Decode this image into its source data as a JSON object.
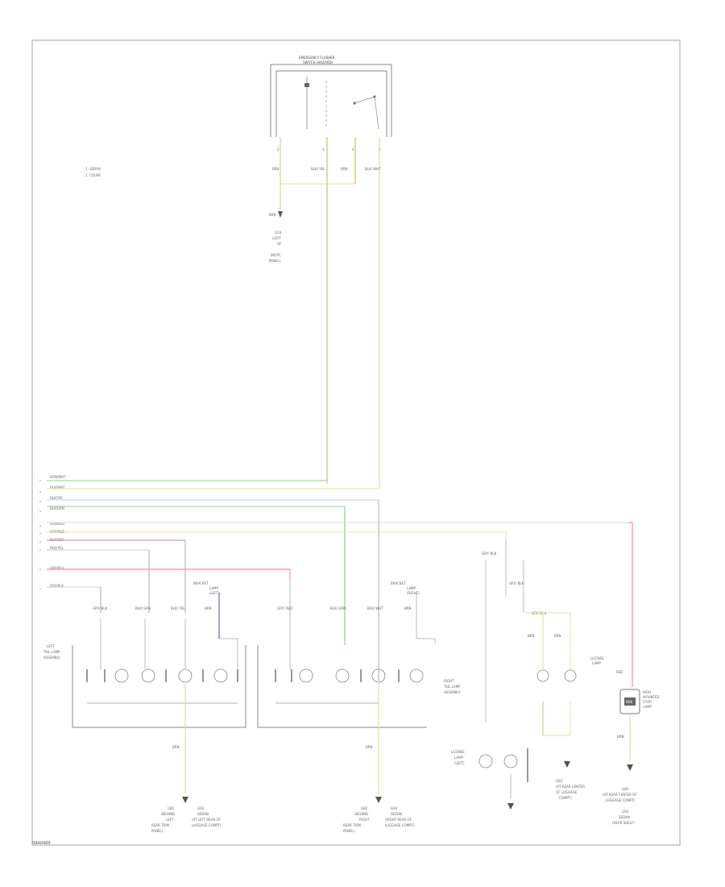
{
  "diagram": {
    "footer_id": "SRA0469",
    "legend": {
      "items": [
        "1. SEDAN",
        "2. COUPE"
      ]
    },
    "top_switch": {
      "title": "EMERGENCY FLASHER",
      "subtitle": "SWITCH (HAZARD)",
      "pin_labels": [
        "2",
        "3",
        "4",
        "5"
      ],
      "wire_labels": [
        "BRN",
        "BLK/ YEL",
        "BRN",
        "BLK/ WHT"
      ]
    },
    "ground_top": {
      "wire": "BRN",
      "text": [
        "G19",
        "(LEFT",
        "OF",
        "INSTR.",
        "PANEL)"
      ]
    },
    "bus_wires": [
      {
        "id": "grn-wht",
        "label": "GRN/WHT",
        "color": "#7ddc7a"
      },
      {
        "id": "blk-wht",
        "label": "BLK/WHT",
        "color": "#e8e39a"
      },
      {
        "id": "blk-yel",
        "label": "BLK/YEL",
        "color": "#c8d0e4"
      },
      {
        "id": "blk-grn",
        "label": "BLK/GRN",
        "color": "#cfcfcf"
      },
      {
        "id": "grn-blu",
        "label": "GRN/BLU",
        "color": "#d8d8d8"
      },
      {
        "id": "gry-red",
        "label": "GRY/RED",
        "color": "#e2e3a0"
      },
      {
        "id": "blk-red",
        "label": "BLK/RED",
        "color": "#e89aa3"
      },
      {
        "id": "red-yel",
        "label": "RED/YEL",
        "color": "#c8c8c8"
      },
      {
        "id": "gry-blu",
        "label": "GRY/BLU",
        "color": "#f08ca0"
      },
      {
        "id": "gry-blk",
        "label": "GRY/BLK",
        "color": "#cccccc"
      }
    ],
    "left_tail_lamp": {
      "title": [
        "LEFT",
        "TAIL LAMP",
        "ASSEMBLY"
      ],
      "bracket_label": [
        "BRACKET",
        "LAMP",
        "(LEFT)"
      ],
      "wire_labels": [
        "GRY/ BLK",
        "BLK/ GRN",
        "BLK/ YEL",
        "BRN"
      ],
      "ground_wire": "BRN",
      "ground_text": [
        "G81",
        "(BEHIND",
        "LEFT",
        "REAR TRIM",
        "PANEL)"
      ],
      "ground_side_text": [
        "G93",
        "SEDAN",
        "(AT LEFT REAR OF",
        "LUGGAGE COMPT)"
      ]
    },
    "right_tail_lamp": {
      "title": [
        "RIGHT",
        "TAIL LAMP",
        "ASSEMBLY"
      ],
      "bracket_label": [
        "BRACKET",
        "LAMP",
        "(RIGHT)"
      ],
      "wire_labels": [
        "GRY/ RED",
        "BLK/ GRN",
        "BLK/ WHT",
        "BRN"
      ],
      "ground_wire": "BRN",
      "ground_text": [
        "G82",
        "(BEHIND",
        "RIGHT",
        "REAR TRIM",
        "PANEL)"
      ],
      "ground_side_text": [
        "G94",
        "SEDAN",
        "(RIGHT REAR OF",
        "LUGGAGE COMPT)"
      ]
    },
    "license_lamps": {
      "title": [
        "LICENSE",
        "LAMP"
      ],
      "left_label": [
        "LICENSE",
        "LAMP",
        "(LEFT)"
      ],
      "wire_labels": [
        "GRY/ BLK",
        "GRY/ BLK",
        "GRY/ BLK",
        "BRN",
        "BRN"
      ],
      "ground_text": [
        "G83",
        "(AT REAR CENTER",
        "OF LUGGAGE",
        "COMPT)"
      ]
    },
    "third_brake": {
      "title": [
        "HIGH",
        "MOUNTED",
        "STOP",
        "LAMP"
      ],
      "box_label": "BRK",
      "wire_label": "RED",
      "ground_wire": "BRN",
      "ground_text": [
        "G84",
        "(AT REAR CENTER OF",
        "LUGGAGE COMPT)",
        "G93",
        "SEDAN",
        "(REAR SHELF)"
      ]
    }
  }
}
